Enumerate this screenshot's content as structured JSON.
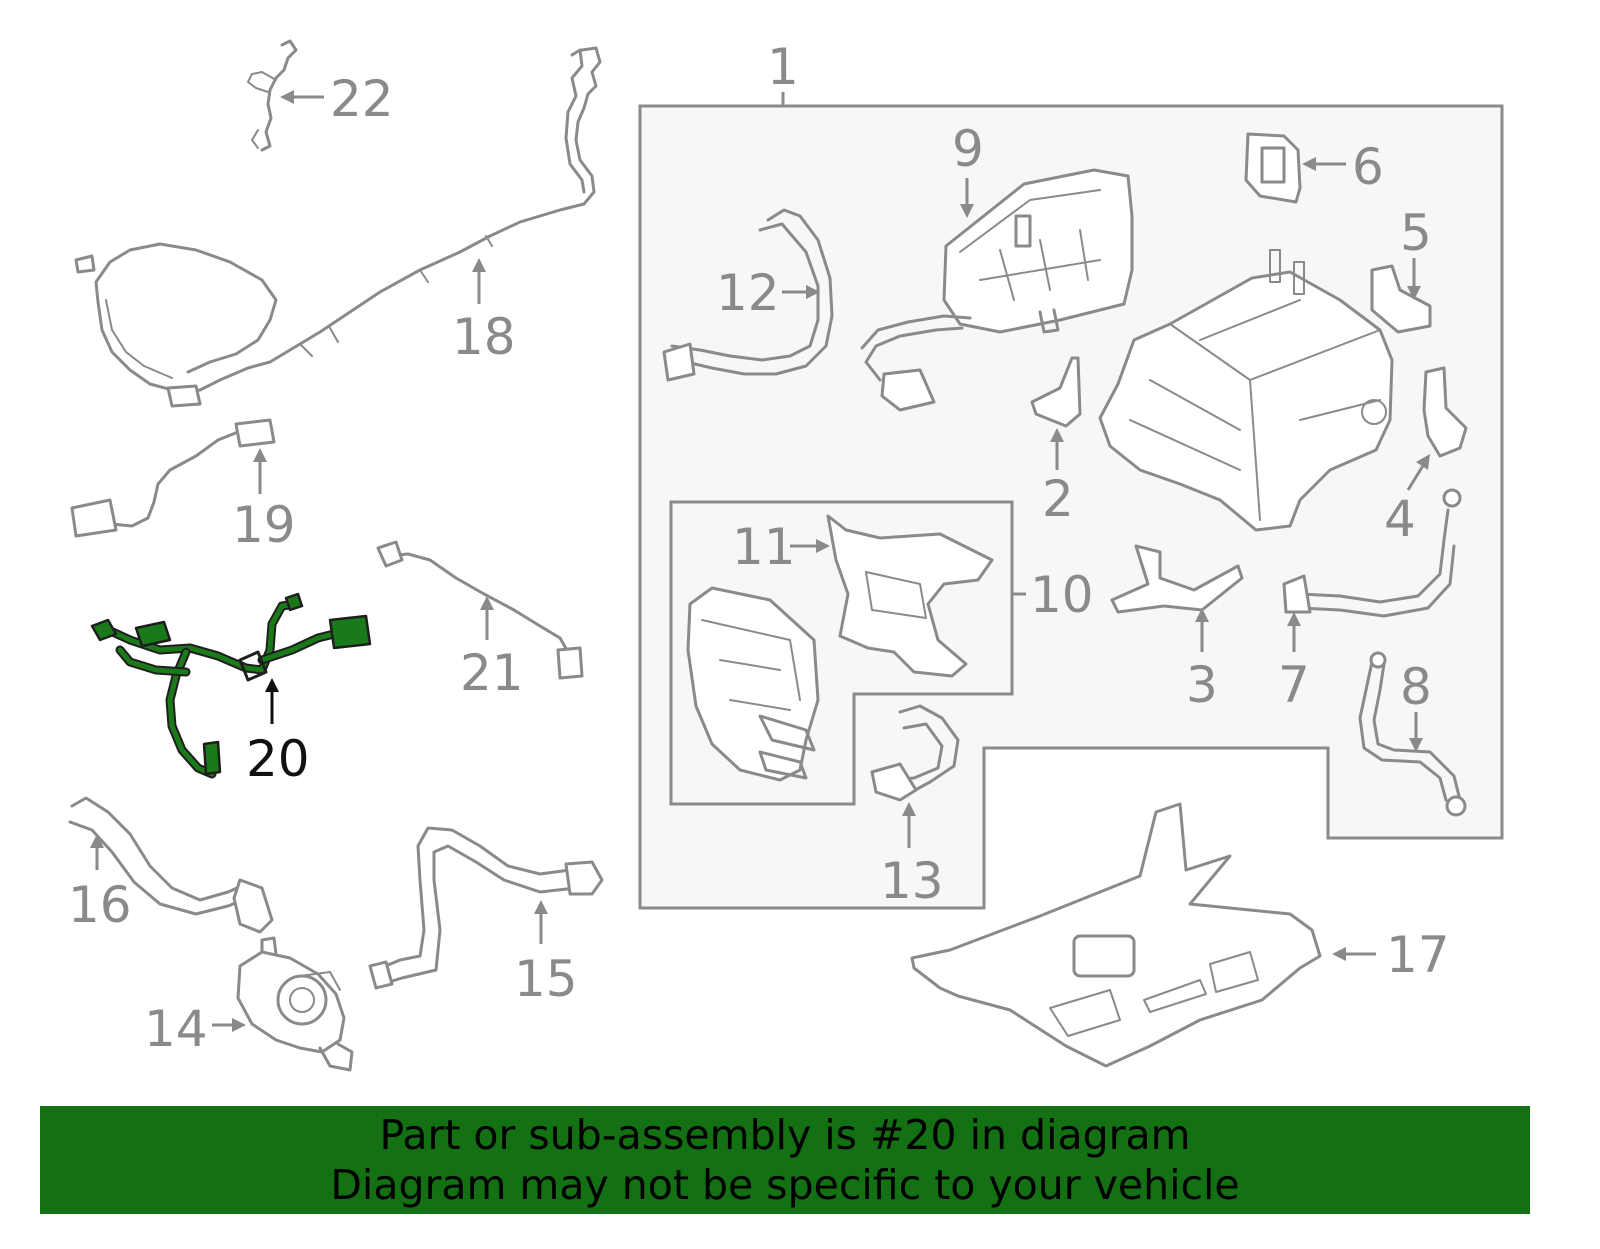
{
  "callouts": {
    "c1": "1",
    "c2": "2",
    "c3": "3",
    "c4": "4",
    "c5": "5",
    "c6": "6",
    "c7": "7",
    "c8": "8",
    "c9": "9",
    "c10": "10",
    "c11": "11",
    "c12": "12",
    "c13": "13",
    "c14": "14",
    "c15": "15",
    "c16": "16",
    "c17": "17",
    "c18": "18",
    "c19": "19",
    "c20": "20",
    "c21": "21",
    "c22": "22"
  },
  "highlighted_part": "20",
  "banner": {
    "line1": "Part or sub-assembly is #20 in diagram",
    "line2": "Diagram may not be specific to your vehicle"
  },
  "colors": {
    "banner_bg": "#137013",
    "highlight": "#1a7a1a",
    "line_art": "#8a8a8a"
  }
}
